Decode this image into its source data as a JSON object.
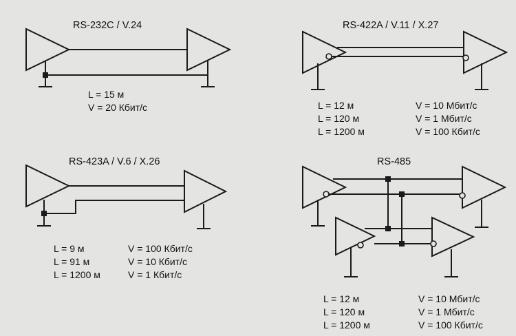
{
  "colors": {
    "background": "#e4e4e2",
    "ink": "#1a1a1a"
  },
  "panels": {
    "rs232": {
      "title": "RS-232C / V.24",
      "specs": [
        "L = 15 м",
        "V = 20 Кбит/с"
      ]
    },
    "rs422": {
      "title": "RS-422A / V.11 / X.27",
      "lengths": [
        "L = 12 м",
        "L = 120 м",
        "L = 1200 м"
      ],
      "speeds": [
        "V = 10 Мбит/с",
        "V = 1 Мбит/с",
        "V = 100 Кбит/с"
      ]
    },
    "rs423": {
      "title": "RS-423A / V.6 / X.26",
      "lengths": [
        "L = 9 м",
        "L = 91 м",
        "L = 1200 м"
      ],
      "speeds": [
        "V = 100 Кбит/с",
        "V = 10 Кбит/с",
        "V = 1 Кбит/с"
      ]
    },
    "rs485": {
      "title": "RS-485",
      "lengths": [
        "L = 12 м",
        "L = 120 м",
        "L = 1200 м"
      ],
      "speeds": [
        "V = 10 Мбит/с",
        "V = 1 Мбит/с",
        "V = 100 Кбит/с"
      ]
    }
  }
}
